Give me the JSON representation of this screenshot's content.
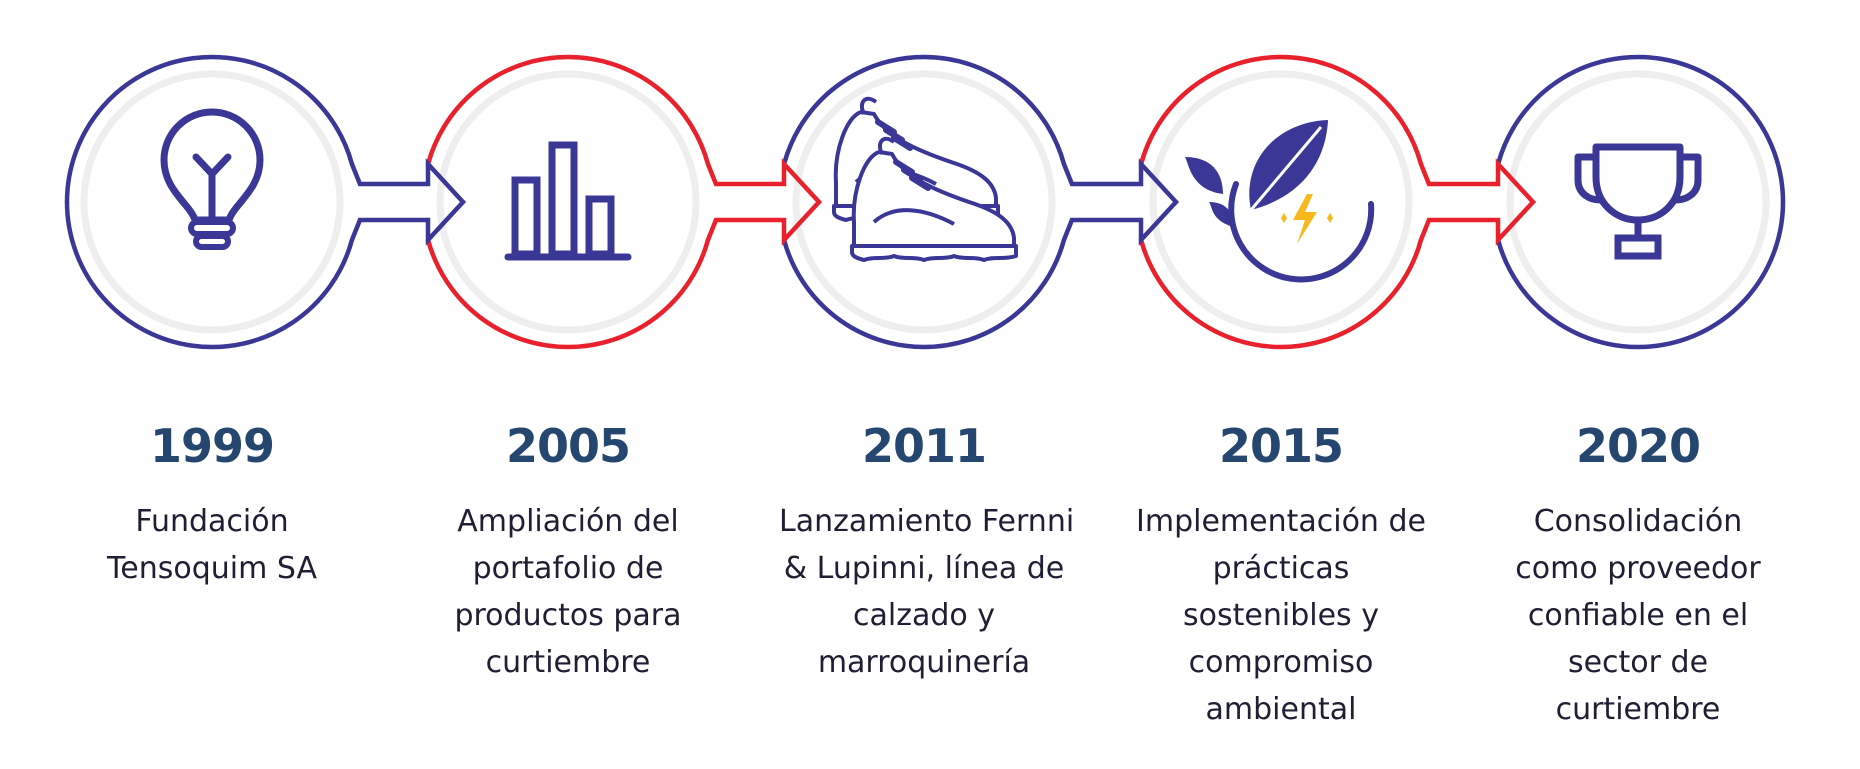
{
  "colors": {
    "blue": "#3a3796",
    "red": "#e8212c",
    "inner_ring": "#eeeeee",
    "year_text": "#24466f",
    "desc_text": "#1f1f33",
    "bolt": "#f6b81b"
  },
  "milestones": [
    {
      "year": "1999",
      "icon": "lightbulb-icon",
      "ring_color": "blue",
      "lines": [
        "Fundación",
        "Tensoquim SA"
      ]
    },
    {
      "year": "2005",
      "icon": "bar-chart-icon",
      "ring_color": "red",
      "lines": [
        "Ampliación del",
        "portafolio de",
        "productos para",
        "curtiembre"
      ]
    },
    {
      "year": "2011",
      "icon": "sneakers-icon",
      "ring_color": "blue",
      "lines": [
        "Lanzamiento Fernni",
        "& Lupinni, línea de",
        "calzado y",
        "marroquinería"
      ]
    },
    {
      "year": "2015",
      "icon": "eco-energy-icon",
      "ring_color": "red",
      "lines": [
        "Implementación de",
        "prácticas",
        "sostenibles y",
        "compromiso",
        "ambiental"
      ]
    },
    {
      "year": "2020",
      "icon": "trophy-icon",
      "ring_color": "blue",
      "lines": [
        "Consolidación",
        "como proveedor",
        "confiable en el",
        "sector de",
        "curtiembre"
      ]
    }
  ]
}
